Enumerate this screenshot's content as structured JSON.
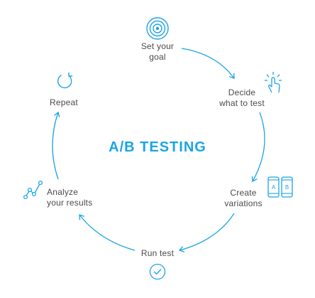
{
  "title": "A/B TESTING",
  "accent_color": "#1ca4e6",
  "text_color": "#4a4a4a",
  "steps": [
    {
      "line1": "Set your",
      "line2": "goal",
      "icon": "target-icon"
    },
    {
      "line1": "Decide",
      "line2": "what to test",
      "icon": "tap-icon"
    },
    {
      "line1": "Create",
      "line2": "variations",
      "icon": "ab-phones-icon",
      "variant_a": "A",
      "variant_b": "B"
    },
    {
      "line1": "Run test",
      "icon": "checkmark-circle-icon"
    },
    {
      "line1": "Analyze",
      "line2": "your results",
      "icon": "graph-nodes-icon"
    },
    {
      "line1": "Repeat",
      "icon": "repeat-icon"
    }
  ]
}
